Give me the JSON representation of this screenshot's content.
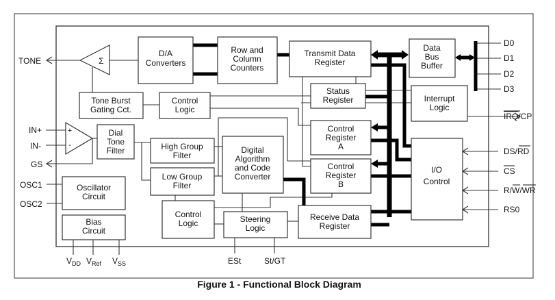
{
  "caption": "Figure 1 - Functional Block Diagram",
  "blocks": {
    "sigma": "Σ",
    "da_converters": [
      "D/A",
      "Converters"
    ],
    "row_column_counters": [
      "Row and",
      "Column",
      "Counters"
    ],
    "transmit_data_register": [
      "Transmit Data",
      "Register"
    ],
    "data_bus_buffer": [
      "Data",
      "Bus",
      "Buffer"
    ],
    "tone_burst_gating": [
      "Tone Burst",
      "Gating Cct."
    ],
    "control_logic_top": [
      "Control",
      "Logic"
    ],
    "status_register": [
      "Status",
      "Register"
    ],
    "interrupt_logic": [
      "Interrupt",
      "Logic"
    ],
    "dial_tone_filter": [
      "Dial",
      "Tone",
      "Filter"
    ],
    "control_register_a": [
      "Control",
      "Register",
      "A"
    ],
    "high_group_filter": [
      "High Group",
      "Filter"
    ],
    "low_group_filter": [
      "Low Group",
      "Filter"
    ],
    "digital_algorithm": [
      "Digital",
      "Algorithm",
      "and Code",
      "Converter"
    ],
    "control_register_b": [
      "Control",
      "Register",
      "B"
    ],
    "io_control": [
      "I/O",
      "Control"
    ],
    "oscillator_circuit": [
      "Oscillator",
      "Circuit"
    ],
    "bias_circuit": [
      "Bias",
      "Circuit"
    ],
    "control_logic_bottom": [
      "Control",
      "Logic"
    ],
    "steering_logic": [
      "Steering",
      "Logic"
    ],
    "receive_data_register": [
      "Receive Data",
      "Register"
    ],
    "opamp_plus": "+",
    "opamp_minus": "-"
  },
  "pins": {
    "tone": "TONE",
    "in_plus": "IN+",
    "in_minus": "IN-",
    "gs": "GS",
    "osc1": "OSC1",
    "osc2": "OSC2",
    "vdd": {
      "main": "V",
      "sub": "DD"
    },
    "vref": {
      "main": "V",
      "sub": "Ref"
    },
    "vss": {
      "main": "V",
      "sub": "SS"
    },
    "est": "ESt",
    "st_gt": "St/GT",
    "d0": "D0",
    "d1": "D1",
    "d2": "D2",
    "d3": "D3",
    "irq_cp": {
      "overlined": "IRQ",
      "rest": "/CP"
    },
    "ds_rd": {
      "plain": "DS/",
      "overlined": "RD"
    },
    "cs": {
      "overlined": "CS"
    },
    "r_w_wr": {
      "plain": "R/",
      "overlined1": "W",
      "sep": "/",
      "overlined2": "WR"
    },
    "rs0": "RS0"
  }
}
